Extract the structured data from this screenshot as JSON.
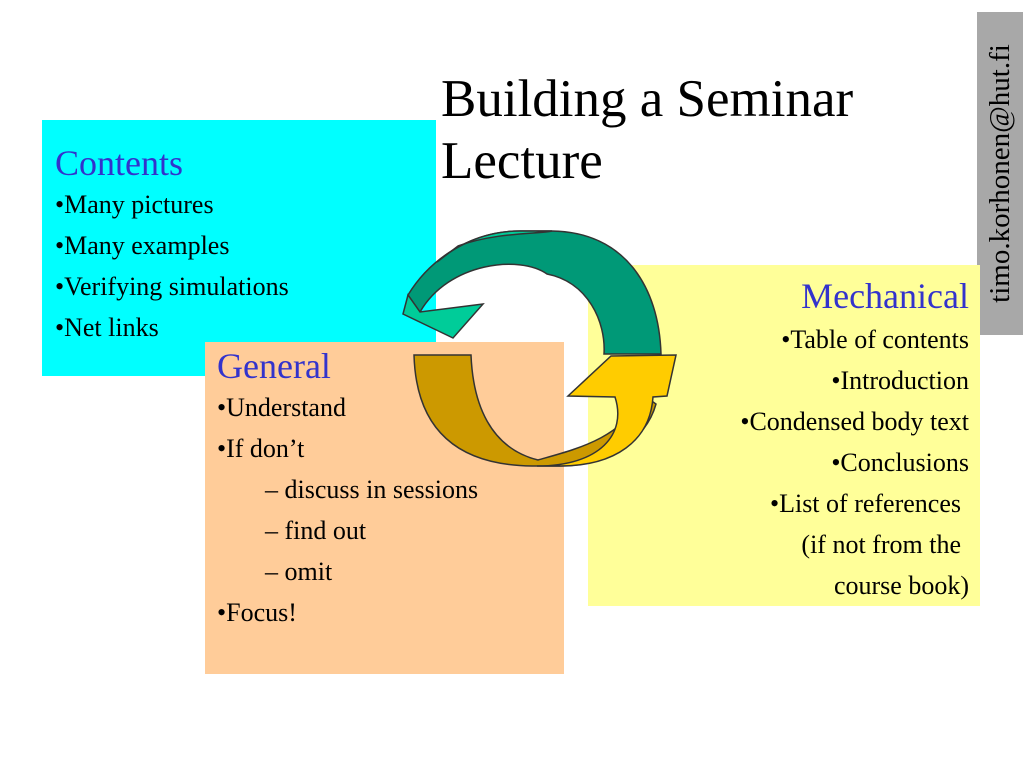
{
  "slide": {
    "title": "Building a Seminar Lecture",
    "author_email": "timo.korhonen@hut.fi"
  },
  "contents": {
    "heading": "Contents",
    "items": [
      "•Many pictures",
      "•Many examples",
      "•Verifying simulations",
      "•Net links"
    ]
  },
  "mechanical": {
    "heading": "Mechanical",
    "items": [
      "•Table of contents",
      "•Introduction",
      "•Condensed body text",
      "•Conclusions",
      "•List of references",
      "(if not from the",
      "course book)"
    ]
  },
  "general": {
    "heading": "General",
    "items": [
      "•Understand",
      "•If don’t",
      "– discuss in sessions",
      "– find out",
      "– omit",
      "•Focus!"
    ]
  },
  "colors": {
    "contents_bg": "#00ffff",
    "mechanical_bg": "#ffff99",
    "general_bg": "#ffcc99",
    "heading_text": "#3333cc",
    "sidebar_bg": "#a8a8a8",
    "arrow_green_light": "#00cc99",
    "arrow_green_dark": "#009977",
    "arrow_gold_dark": "#cc9900",
    "arrow_gold_light": "#ffcc00"
  }
}
